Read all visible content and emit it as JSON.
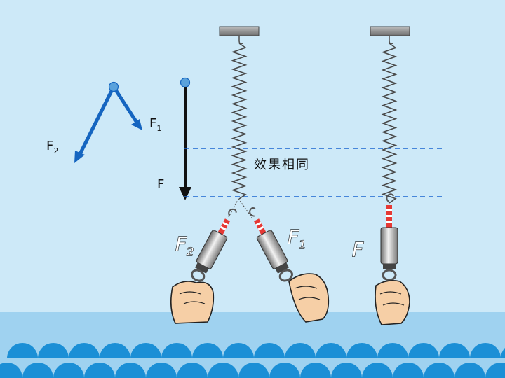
{
  "left_diagram": {
    "f1_label": "F",
    "f1_sub": "1",
    "f2_label": "F",
    "f2_sub": "2"
  },
  "resultant_diagram": {
    "f_label": "F"
  },
  "annotation": {
    "same_effect": "效果相同"
  },
  "scale_labels": {
    "left_f2": "F",
    "left_f2_sub": "2",
    "left_f1": "F",
    "left_f1_sub": "1",
    "right_f": "F"
  },
  "colors": {
    "background": "#cde9f8",
    "force_arrow_blue": "#1565c0",
    "dashed_line": "#1a66d0",
    "sea_band": "#9fd2f0",
    "waves": "#1b8fd6"
  }
}
